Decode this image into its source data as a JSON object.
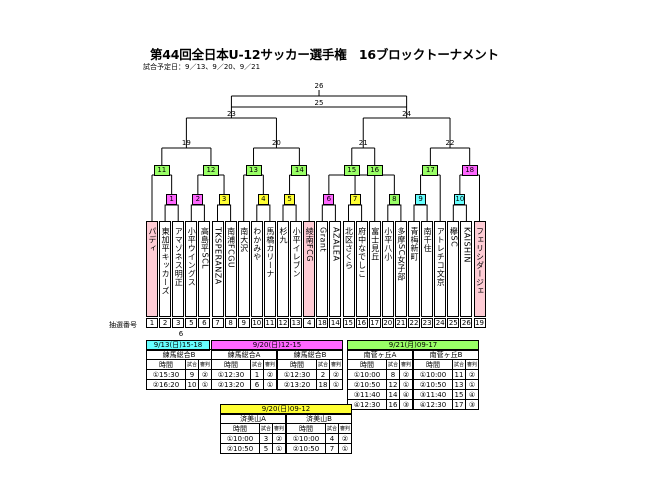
{
  "title": "第44回全日本U-12サッカー選手権　16ブロックトーナメント",
  "subtitle": "試合予定日：9／13、9／20、9／21",
  "colors": {
    "green": "#99ff66",
    "magenta": "#ff66ff",
    "yellow": "#ffff33",
    "cyan": "#66ffff",
    "pink": "#ffccd5"
  },
  "bracket": {
    "final": "26",
    "third_place": "25",
    "semis": [
      "23",
      "24"
    ],
    "quarters": [
      "19",
      "20",
      "21",
      "22"
    ],
    "round2": [
      "11",
      "12",
      "13",
      "14",
      "15",
      "16",
      "17",
      "18"
    ],
    "round1": [
      "1",
      "2",
      "3",
      "4",
      "5",
      "6",
      "7",
      "8",
      "9",
      "10"
    ]
  },
  "teams": [
    "パディ",
    "東加平キッカーズ",
    "アマゾネス明正",
    "小平ウイングス",
    "高島平SCL",
    "TKSPERANZA",
    "南浦FCGU",
    "南大沢",
    "わかみや",
    "馬橋カリーナ",
    "杉九",
    "小平イレブン",
    "綾南FCG",
    "Grant",
    "AZALEA",
    "北区さくら",
    "府中なでしこ",
    "富士見丘",
    "小平八小",
    "多摩SC女子部",
    "青梅新町",
    "南千住",
    "アトレチコ文京",
    "欅SC",
    "KAISHIN",
    "フェリシダージェ"
  ],
  "pink_teams": [
    0,
    12,
    25
  ],
  "lottery_label": "抽選番号",
  "lottery": [
    "1",
    "2",
    "3",
    "5",
    "6",
    "7",
    "8",
    "9",
    "10",
    "11",
    "12",
    "13",
    "4",
    "18",
    "14",
    "15",
    "16",
    "17",
    "20",
    "21",
    "22",
    "23",
    "24",
    "25",
    "26",
    "19"
  ],
  "extra_lot": "6",
  "sched_header": [
    "時間",
    "試合",
    "審判"
  ],
  "schedules": {
    "s1": {
      "caption": "9/13(日)15-18",
      "venue": "練馬総合B",
      "rows": [
        [
          "①15:30",
          "9",
          "②"
        ],
        [
          "②16:20",
          "10",
          "①"
        ]
      ]
    },
    "s2": {
      "caption": "9/20(日)12-15",
      "venues": [
        "練馬総合A",
        "練馬総合B"
      ],
      "left": [
        [
          "①12:30",
          "1",
          "②"
        ],
        [
          "②13:20",
          "6",
          "①"
        ]
      ],
      "right": [
        [
          "①12:30",
          "2",
          "②"
        ],
        [
          "②13:20",
          "18",
          "①"
        ]
      ]
    },
    "s3": {
      "caption": "9/21(月)09-17",
      "venues": [
        "南菅ヶ丘A",
        "南菅ヶ丘B"
      ],
      "left": [
        [
          "①10:00",
          "8",
          "②"
        ],
        [
          "②10:50",
          "12",
          "①"
        ],
        [
          "③11:40",
          "14",
          "④"
        ],
        [
          "④12:30",
          "16",
          "③"
        ]
      ],
      "right": [
        [
          "①10:00",
          "11",
          "②"
        ],
        [
          "②10:50",
          "13",
          "①"
        ],
        [
          "③11:40",
          "15",
          "④"
        ],
        [
          "④12:30",
          "17",
          "③"
        ]
      ]
    },
    "s4": {
      "caption": "9/20(日)09-12",
      "venues": [
        "済美山A",
        "済美山B"
      ],
      "left": [
        [
          "①10:00",
          "3",
          "②"
        ],
        [
          "②10:50",
          "5",
          "①"
        ]
      ],
      "right": [
        [
          "①10:00",
          "4",
          "②"
        ],
        [
          "②10:50",
          "7",
          "①"
        ]
      ]
    }
  }
}
